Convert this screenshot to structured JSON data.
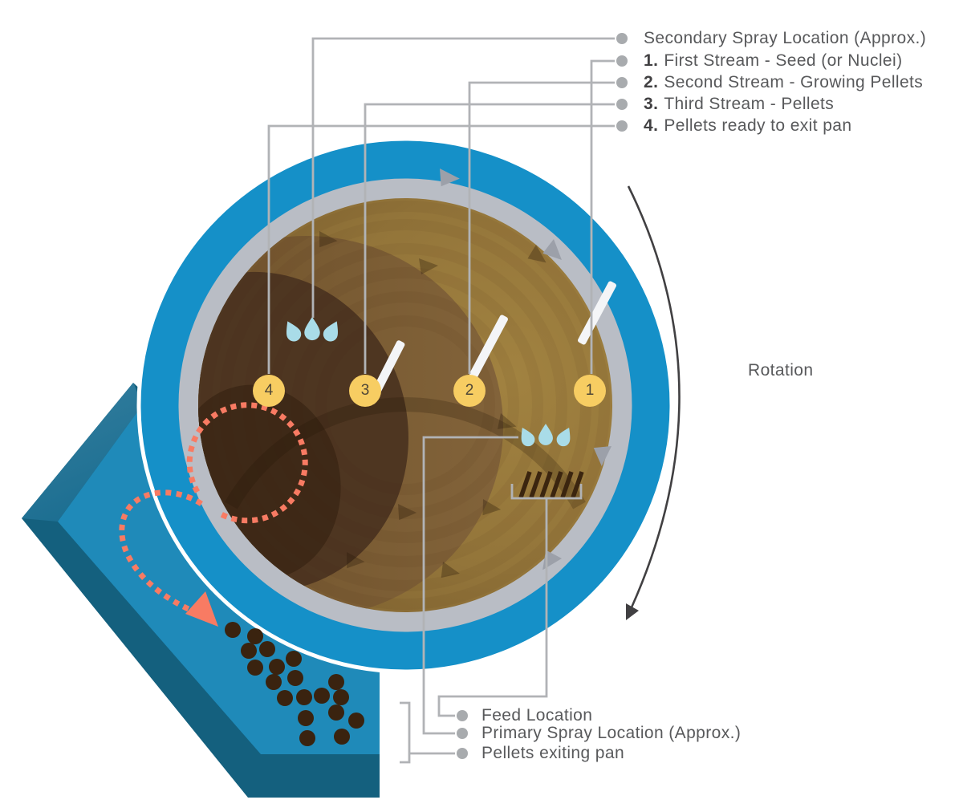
{
  "legend": {
    "items": [
      {
        "num": "",
        "label": "Secondary Spray Location (Approx.)"
      },
      {
        "num": "1.",
        "label": "First Stream - Seed (or Nuclei)"
      },
      {
        "num": "2.",
        "label": "Second Stream - Growing Pellets"
      },
      {
        "num": "3.",
        "label": "Third Stream - Pellets"
      },
      {
        "num": "4.",
        "label": "Pellets ready to exit pan"
      }
    ]
  },
  "bottom": {
    "items": [
      {
        "label": "Feed Location"
      },
      {
        "label": "Primary Spray Location (Approx.)"
      },
      {
        "label": "Pellets exiting pan"
      }
    ]
  },
  "rotation": {
    "label": "Rotation"
  },
  "markers": [
    {
      "label": "4"
    },
    {
      "label": "3"
    },
    {
      "label": "2"
    },
    {
      "label": "1"
    }
  ],
  "icons": [
    "spray-droplets-icon",
    "feed-hatch-icon",
    "scraper-bar-icon",
    "rotation-arc-arrow-icon",
    "exit-arrow-icon",
    "pellet-dot-icon",
    "leader-dot-icon",
    "recirculation-dashed-loop-icon"
  ],
  "colors": {
    "pan_blue": "#1590C8",
    "rim_gray": "#B9BDC5",
    "interior_gold_light": "#A18240",
    "interior_gold_dark": "#7E6130",
    "zone_medium_brown": "#78592F",
    "zone_dark_brown": "#4E3621",
    "zone_darkest_brown": "#3E2917",
    "marker_gold": "#F7CD62",
    "salmon_accent": "#F87B63",
    "droplet_blue": "#A9DCE8",
    "chute_light_blue": "#1F8AB9",
    "chute_dark_teal": "#14607E",
    "leader_gray": "#B1B3B6",
    "text_gray": "#58595B",
    "pellet_brown": "#3A230F",
    "rotation_arrow_gray": "#414042"
  }
}
